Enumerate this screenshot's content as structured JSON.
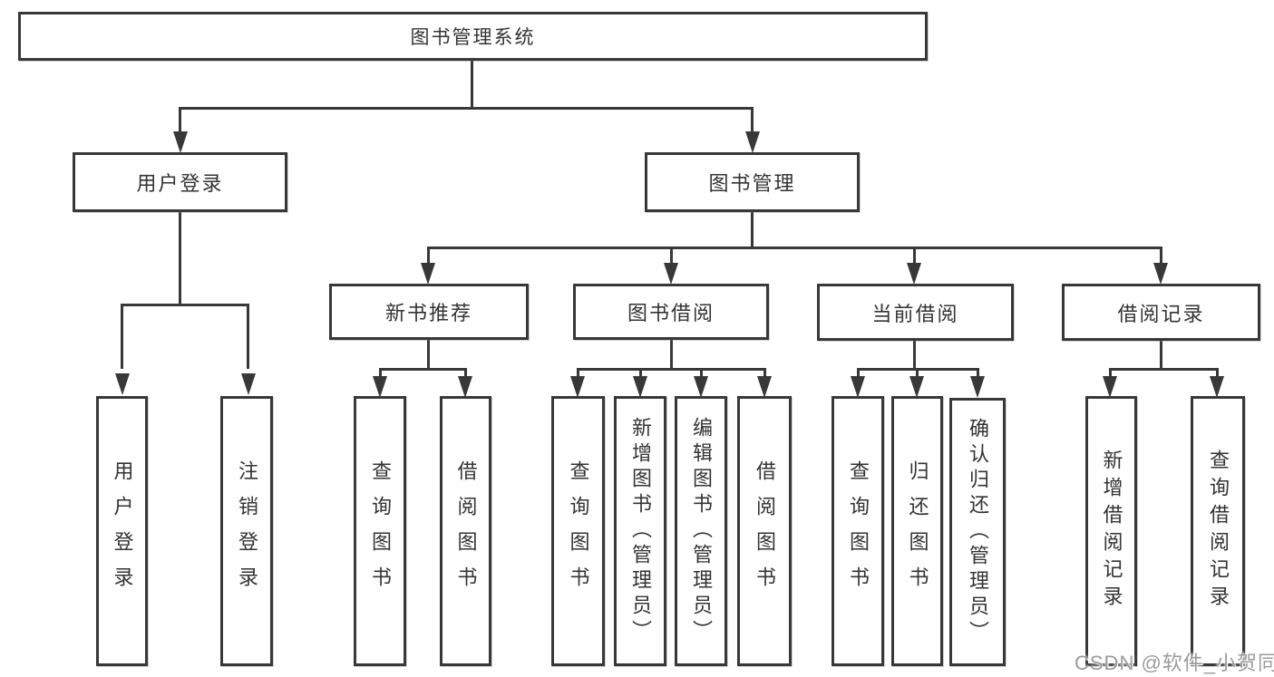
{
  "tree": {
    "label": "图书管理系统",
    "children": [
      {
        "label": "用户登录",
        "children": [
          {
            "label": "用户登录"
          },
          {
            "label": "注销登录"
          }
        ]
      },
      {
        "label": "图书管理",
        "children": [
          {
            "label": "新书推荐",
            "children": [
              {
                "label": "查询图书"
              },
              {
                "label": "借阅图书"
              }
            ]
          },
          {
            "label": "图书借阅",
            "children": [
              {
                "label": "查询图书"
              },
              {
                "label": "新增图书（管理员）"
              },
              {
                "label": "编辑图书（管理员）"
              },
              {
                "label": "借阅图书"
              }
            ]
          },
          {
            "label": "当前借阅",
            "children": [
              {
                "label": "查询图书"
              },
              {
                "label": "归还图书"
              },
              {
                "label": "确认归还（管理员）"
              }
            ]
          },
          {
            "label": "借阅记录",
            "children": [
              {
                "label": "新增借阅记录"
              },
              {
                "label": "查询借阅记录"
              }
            ]
          }
        ]
      }
    ]
  },
  "watermark": {
    "text": "CSDN @软件_小贺同学"
  },
  "colors": {
    "background": "#ffffff",
    "line": "#383838",
    "text": "#333333",
    "watermark_text": "#9b9b9b"
  }
}
